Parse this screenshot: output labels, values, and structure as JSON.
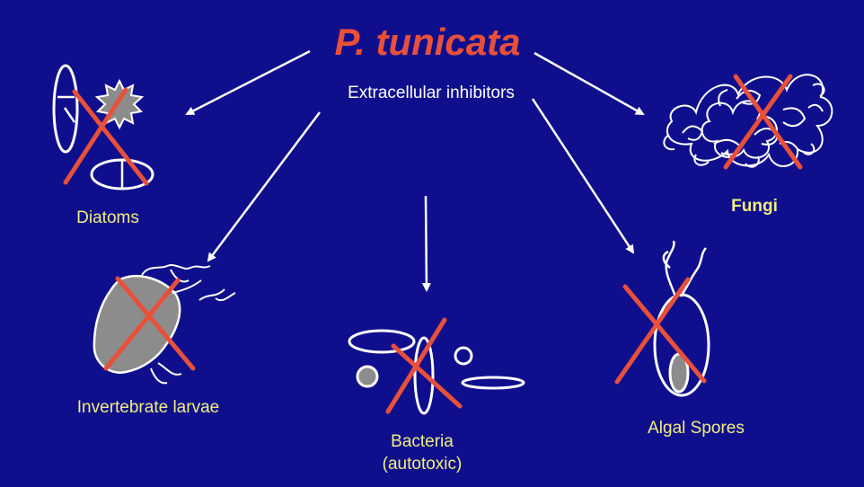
{
  "title": "P. tunicata",
  "subtitle": "Extracellular inhibitors",
  "labels": {
    "diatoms": "Diatoms",
    "fungi": "Fungi",
    "invertebrate": "Invertebrate larvae",
    "bacteria_line1": "Bacteria",
    "bacteria_line2": "(autotoxic)",
    "algal": "Algal Spores"
  },
  "colors": {
    "background": "#0f0f8e",
    "title": "#e8503a",
    "label": "#f2ee7e",
    "cross": "#e8503a",
    "arrows": "#ffffff",
    "organism_fill": "#8c8c8c"
  }
}
